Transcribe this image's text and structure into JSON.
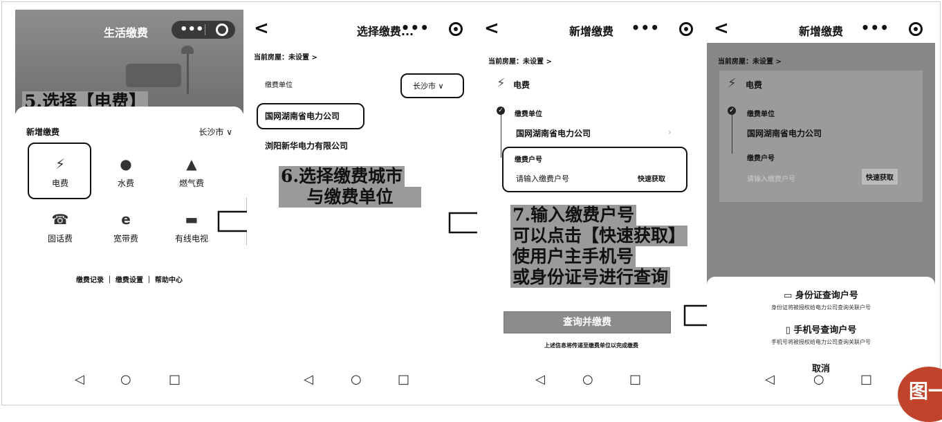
{
  "panel1": {
    "title": "生活缴费",
    "menu_dots": "•••",
    "caption": "5.选择【电费】",
    "section_title": "新增缴费",
    "city": "长沙市 ∨",
    "services": [
      "电费",
      "水费",
      "燃气费",
      "固话费",
      "宽带费",
      "有线电视"
    ],
    "links": "缴费记录 ｜ 缴费设置 ｜ 帮助中心"
  },
  "panel2": {
    "back": "<",
    "title": "选择缴费...",
    "menu_dots": "•••",
    "house": "当前房屋：未设置 >",
    "unit_label": "缴费单位",
    "city": "长沙市 ∨",
    "units": [
      "国网湖南省电力公司",
      "浏阳新华电力有限公司"
    ],
    "caption_lines": [
      "6.选择缴费城市",
      "与缴费单位"
    ]
  },
  "panel3": {
    "back": "<",
    "title": "新增缴费",
    "menu_dots": "•••",
    "house": "当前房屋：未设置 >",
    "category": "电费",
    "unit_label": "缴费单位",
    "unit_value": "国网湖南省电力公司",
    "account_label": "缴费户号",
    "account_placeholder": "请输入缴费户号",
    "quick_fetch": "快速获取",
    "caption_lines": [
      "7.输入缴费户号",
      "可以点击【快速获取】",
      "使用户主手机号",
      "或身份证号进行查询"
    ],
    "submit": "查询并缴费",
    "note": "上述信息将传递至缴费单位以完成缴费"
  },
  "panel4": {
    "back": "<",
    "title": "新增缴费",
    "menu_dots": "•••",
    "house": "当前房屋：未设置 >",
    "category": "电费",
    "unit_label": "缴费单位",
    "unit_value": "国网湖南省电力公司",
    "account_label": "缴费户号",
    "account_placeholder": "请输入缴费户号",
    "quick_fetch": "快速获取",
    "option1_title": "身份证查询户号",
    "option1_sub": "身份证将被授权给电力公司查询关联户号",
    "option2_title": "手机号查询户号",
    "option2_sub": "手机号将被授权给电力公司查询关联户号",
    "cancel": "取消"
  },
  "figure_label": "图一",
  "sysnav": {
    "back": "◁",
    "home": "○",
    "recent": "□"
  }
}
